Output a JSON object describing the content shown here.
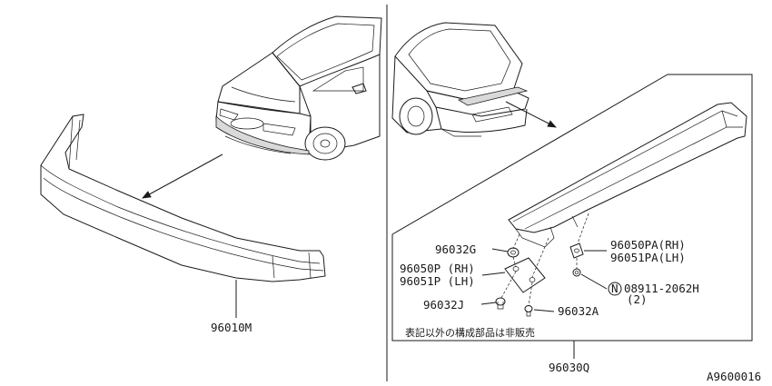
{
  "parts": {
    "front_bumper_part": "96010M",
    "spoiler_assembly": "96030Q",
    "spacer": "96032G",
    "bracket_rh": "96050P (RH)",
    "bracket_lh": "96051P (LH)",
    "clip_j": "96032J",
    "clip_a": "96032A",
    "bracket_pa_rh": "96050PA(RH)",
    "bracket_pa_lh": "96051PA(LH)",
    "nut_symbol": "N",
    "nut_part": "08911-2062H",
    "nut_qty": "(2)"
  },
  "note": "表記以外の構成部品は非販売",
  "figure_id": "A9600016"
}
